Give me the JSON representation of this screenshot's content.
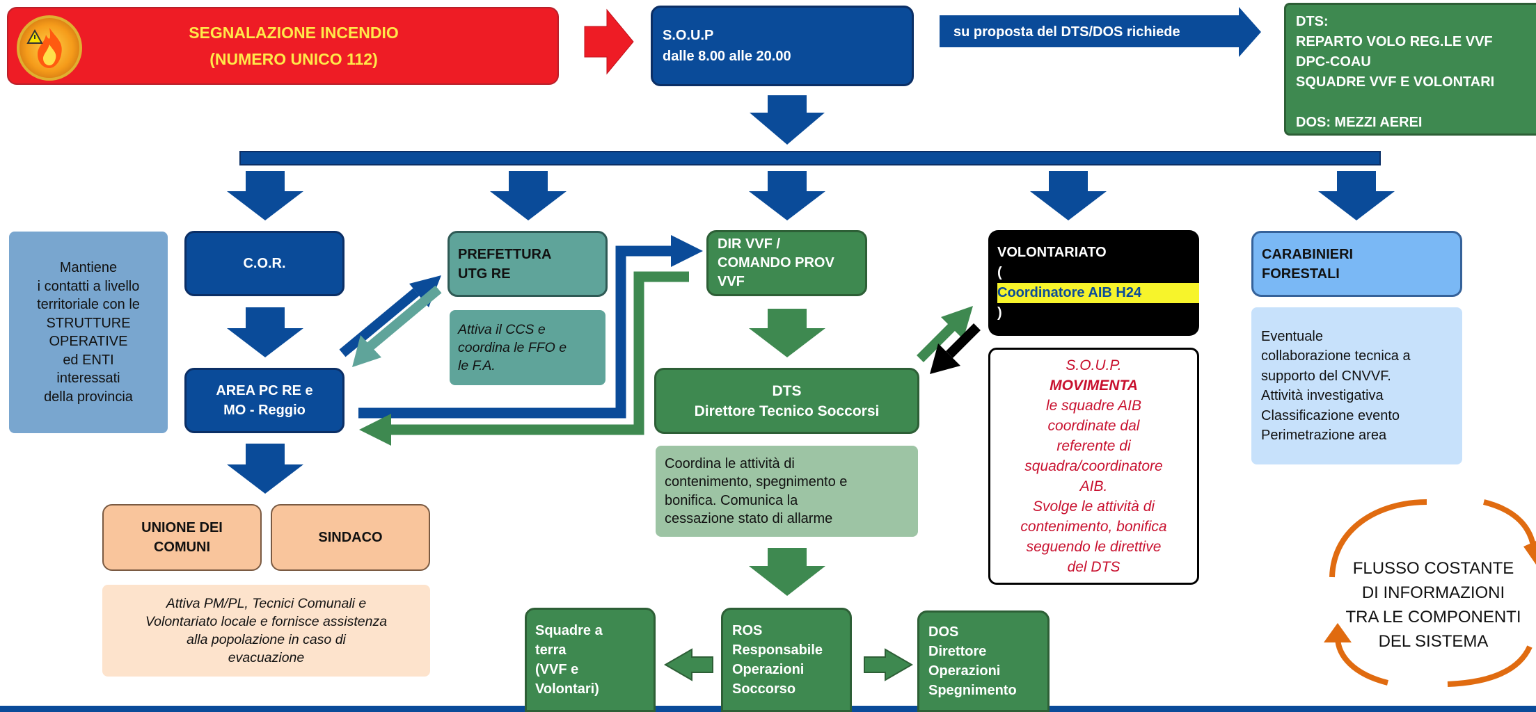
{
  "colors": {
    "red": "#ee1c25",
    "dark_blue": "#0a4b99",
    "green": "#3e8950",
    "teal": "#5fa49a",
    "light_blue": "#79a6cf",
    "sky": "#7ab8f5",
    "pale_blue": "#c7e1fb",
    "pale_green": "#9dc4a4",
    "peach": "#f9c59c",
    "pale_peach": "#fde3cc",
    "orange": "#e06b10",
    "highlight": "#f7f42b",
    "red_text": "#c8102e"
  },
  "icons": [
    "fire-warning-icon"
  ],
  "segnalazione": {
    "line1": "SEGNALAZIONE INCENDIO",
    "line2": "(NUMERO UNICO 112)"
  },
  "soup": {
    "line1": "S.O.U.P",
    "line2": "dalle 8.00 alle 20.00"
  },
  "proposta": "su proposta del DTS/DOS richiede",
  "dts_box": {
    "line1": "DTS:",
    "line2": "REPARTO VOLO REG.LE VVF",
    "line3": "DPC-COAU",
    "line4": "SQUADRE VVF E VOLONTARI",
    "line5": "DOS: MEZZI AEREI"
  },
  "mantiene": {
    "line1": "Mantiene",
    "line2": "i contatti a livello",
    "line3": "territoriale con le",
    "line4": "STRUTTURE",
    "line5": "OPERATIVE",
    "line6": "ed ENTI",
    "line7": "interessati",
    "line8": "della provincia"
  },
  "cor": "C.O.R.",
  "area_pc": {
    "line1": "AREA PC RE e",
    "line2": "MO - Reggio"
  },
  "unione": {
    "line1": "UNIONE DEI",
    "line2": "COMUNI"
  },
  "sindaco": "SINDACO",
  "attiva_pm": {
    "line1": "Attiva PM/PL, Tecnici Comunali e",
    "line2": "Volontariato locale e fornisce assistenza",
    "line3": "alla popolazione in caso di",
    "line4": "evacuazione"
  },
  "prefettura": {
    "line1": "PREFETTURA",
    "line2": "UTG RE"
  },
  "attiva_ccs": {
    "line1": "Attiva il CCS e",
    "line2": "coordina le FFO e",
    "line3": "le F.A."
  },
  "dir_vvf": {
    "line1": "DIR VVF  /",
    "line2": "COMANDO PROV",
    "line3": "VVF"
  },
  "dts": {
    "line1": "DTS",
    "line2": "Direttore Tecnico Soccorsi"
  },
  "coordina": {
    "line1": "Coordina le attività di",
    "line2": "contenimento, spegnimento e",
    "line3": "bonifica. Comunica la",
    "line4": "cessazione stato di allarme"
  },
  "squadre": {
    "line1": "Squadre a",
    "line2": "terra",
    "line3": "(VVF e",
    "line4": "Volontari)"
  },
  "ros": {
    "line1": "ROS",
    "line2": "Responsabile",
    "line3": "Operazioni",
    "line4": "Soccorso"
  },
  "dos": {
    "line1": "DOS",
    "line2": "Direttore",
    "line3": "Operazioni",
    "line4": "Spegnimento"
  },
  "volontariato": {
    "line1": "VOLONTARIATO",
    "open": "(",
    "highlight": "Coordinatore AIB H24",
    "close": ")"
  },
  "soup_movimenta": {
    "prefix": "S.O.U.P. ",
    "bold": "MOVIMENTA",
    "line2": "le squadre AIB",
    "line3": "coordinate dal",
    "line4": "referente di",
    "line5": "squadra/coordinatore",
    "line6": "AIB.",
    "line7": "Svolge le attività di",
    "line8": "contenimento, bonifica",
    "line9": "seguendo le direttive",
    "line10": "del DTS"
  },
  "carabinieri": {
    "line1": "CARABINIERI",
    "line2": "FORESTALI"
  },
  "eventuale": {
    "line1": "Eventuale",
    "line2": "collaborazione tecnica a",
    "line3": "supporto del CNVVF.",
    "line4": "Attività investigativa",
    "line5": "Classificazione evento",
    "line6": "Perimetrazione area"
  },
  "flusso": {
    "line1": "FLUSSO COSTANTE",
    "line2": "DI INFORMAZIONI",
    "line3": "TRA LE COMPONENTI",
    "line4": "DEL SISTEMA"
  }
}
